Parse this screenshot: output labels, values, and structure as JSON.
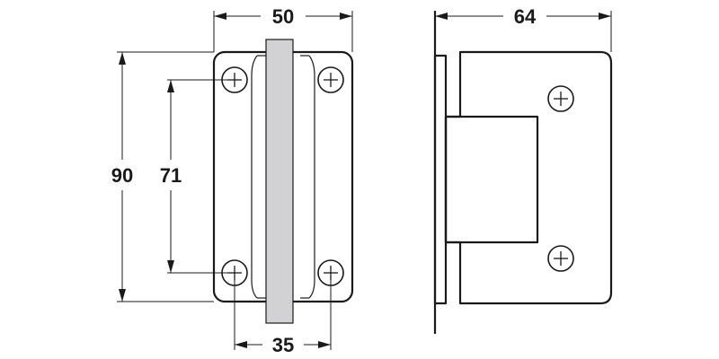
{
  "dimensions": {
    "front_width": "50",
    "front_height": "90",
    "hole_vertical_spacing": "71",
    "hole_horizontal_spacing": "35",
    "side_depth": "64"
  },
  "colors": {
    "line": "#1a1a1a",
    "glass": "#d2d2d4",
    "background": "#ffffff"
  },
  "icons": {
    "screw": "cross-head-screw-icon"
  }
}
